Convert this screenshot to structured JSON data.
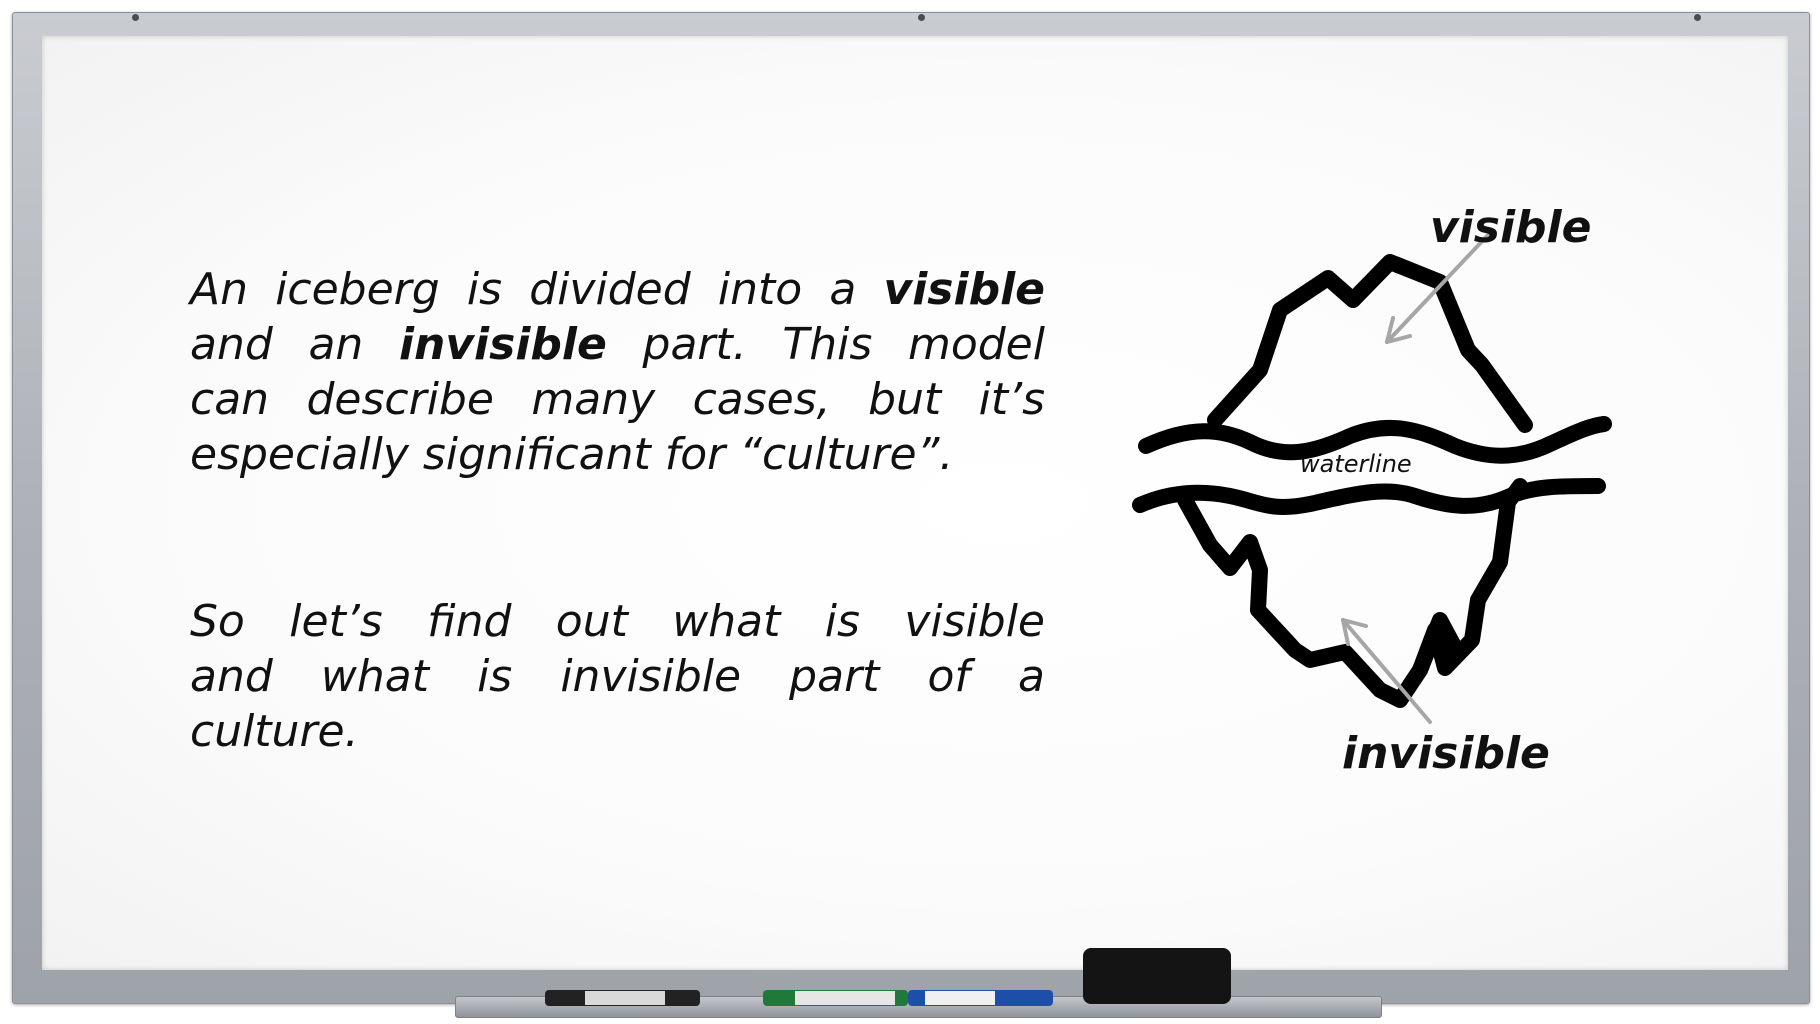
{
  "slide": {
    "paragraph1": {
      "line1_a": "An iceberg is divided into a",
      "line1_b": "visible",
      "line2_a": "and an",
      "line2_b": "invisible",
      "line2_c": "part. This model",
      "line3": "can describe many cases, but it’s",
      "line4": "especially significant for “culture”."
    },
    "paragraph2": {
      "line1": "So let’s find out what is visible",
      "line2": "and what is invisible part of a",
      "line3": "culture."
    },
    "diagram": {
      "label_top": "visible",
      "label_middle": "waterline",
      "label_bottom": "invisible",
      "stroke_color": "#000000",
      "arrow_color": "#a6a6a6"
    }
  },
  "board": {
    "frame_color": "#aeb2b8",
    "surface_color": "#ffffff"
  }
}
